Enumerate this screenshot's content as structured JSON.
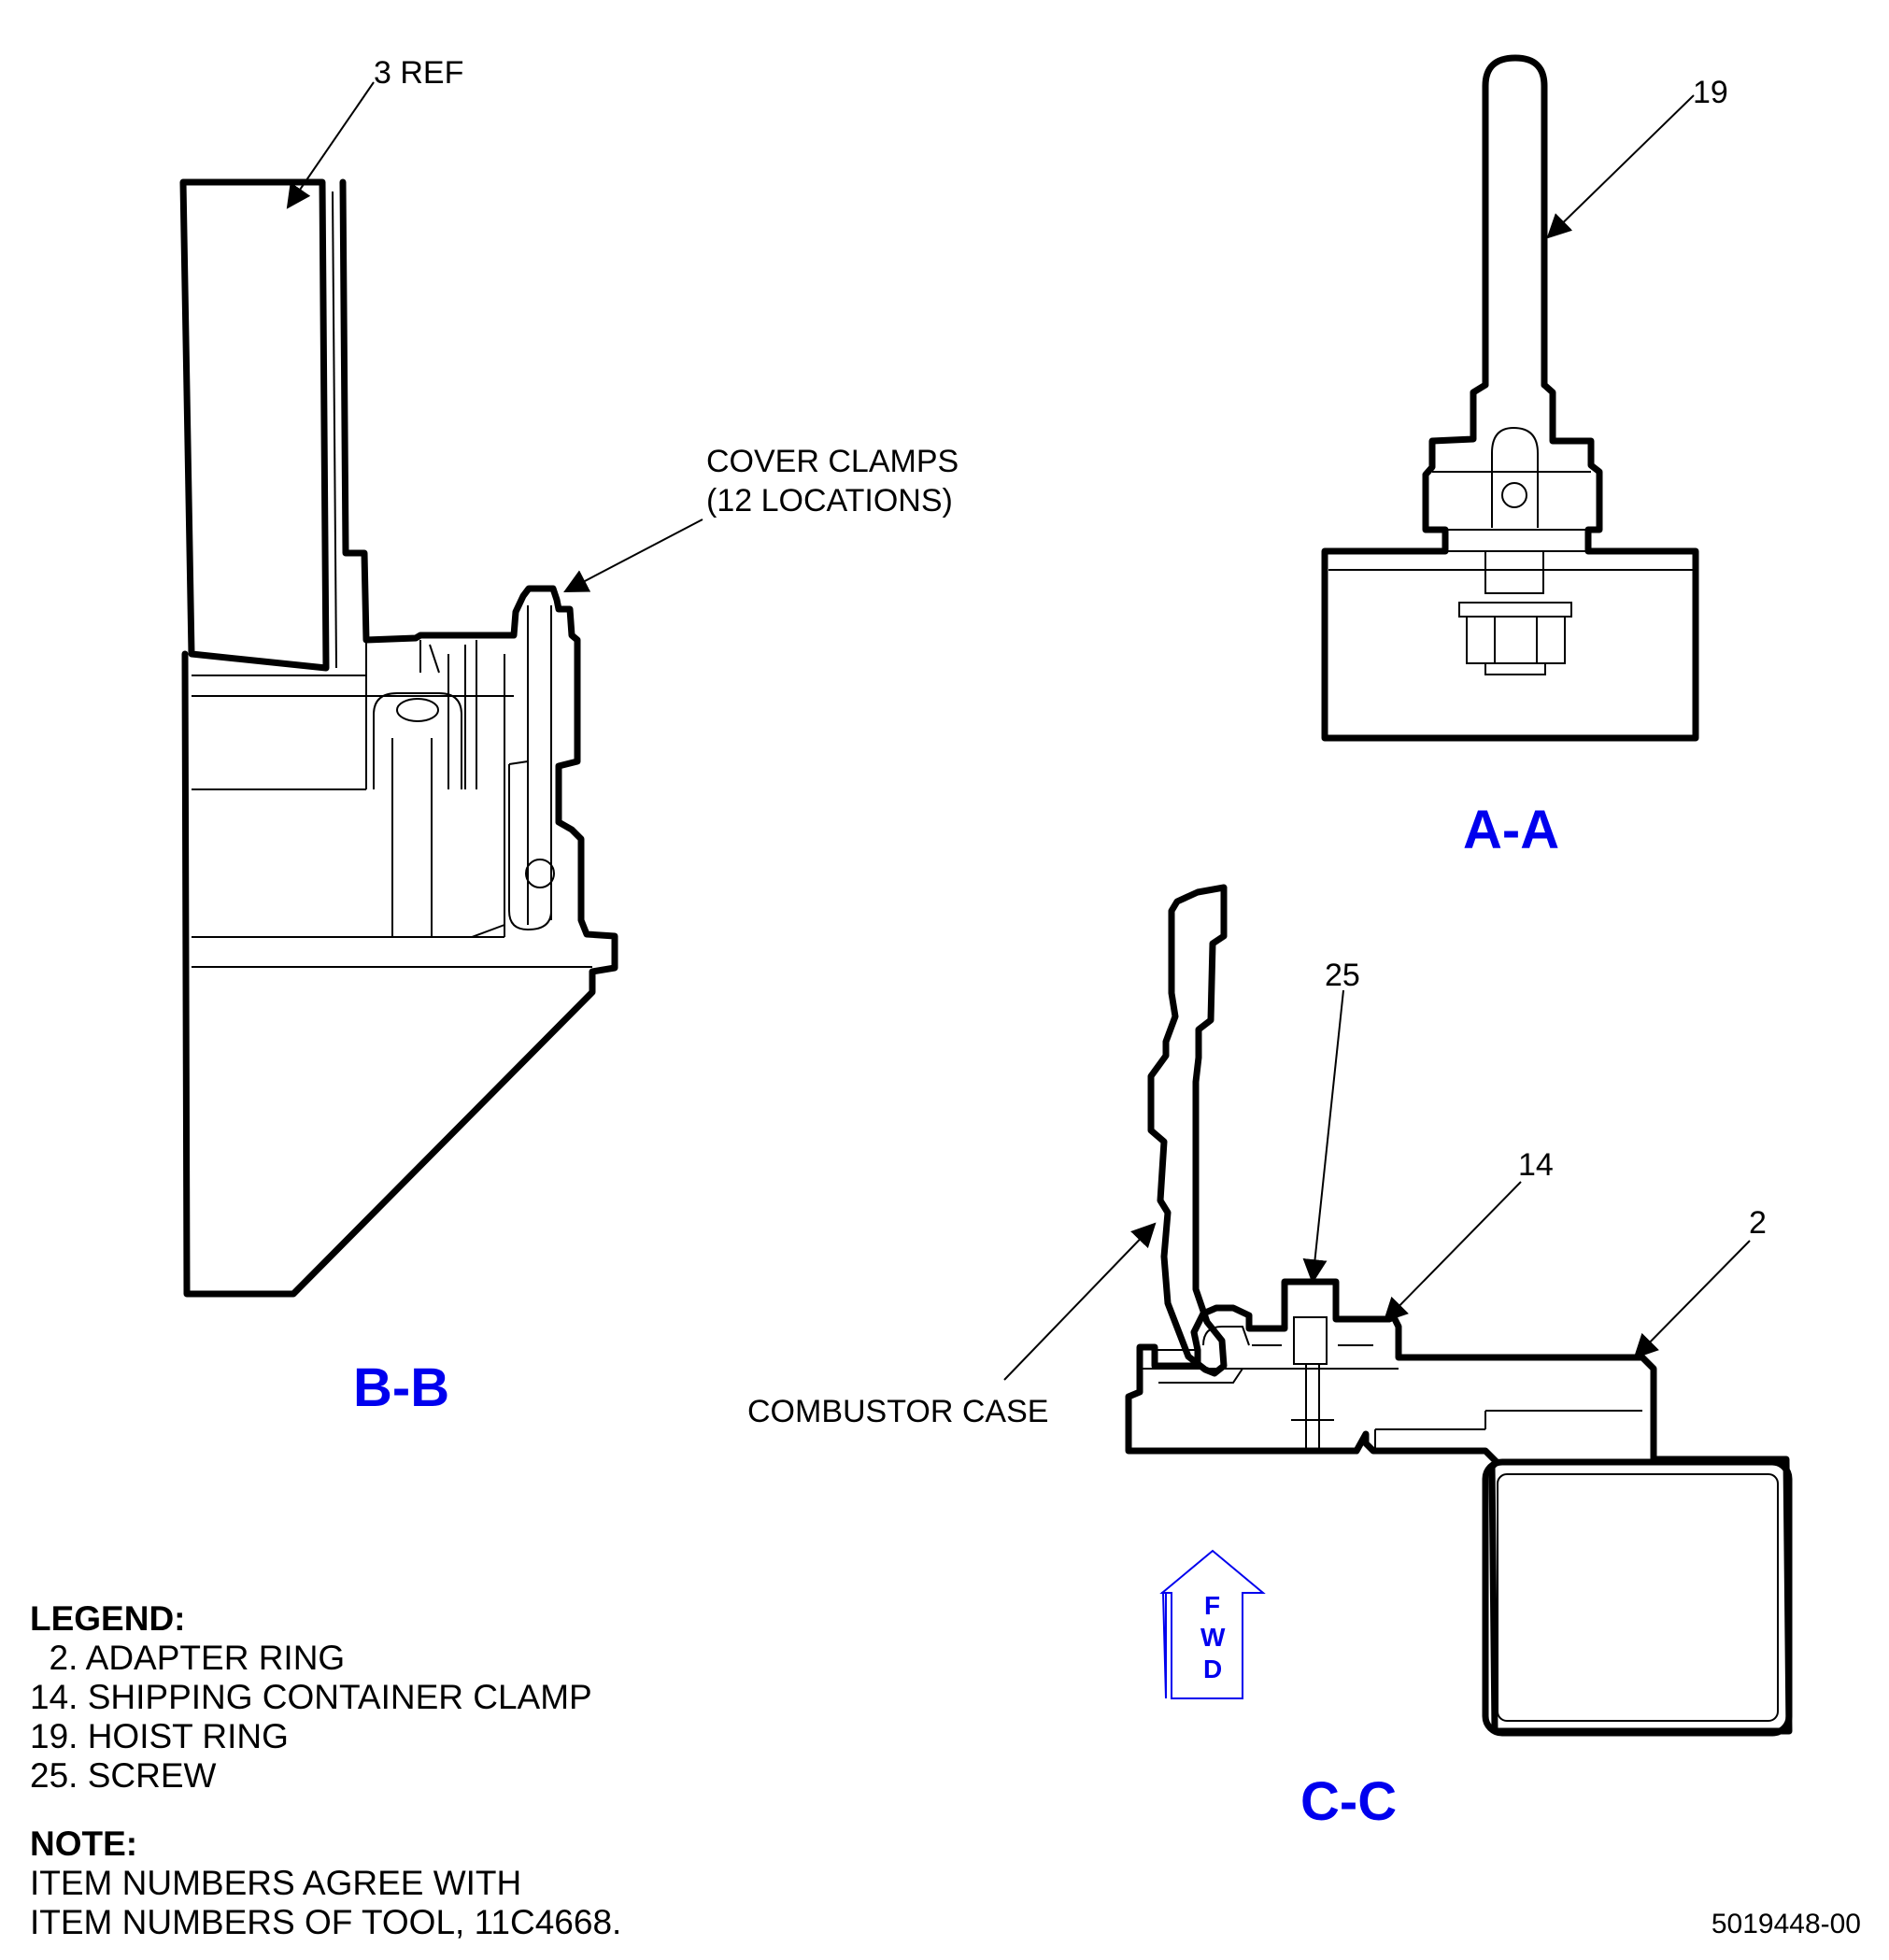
{
  "callouts": {
    "ref3": "3 REF",
    "cover_clamps_line1": "COVER CLAMPS",
    "cover_clamps_line2": "(12 LOCATIONS)",
    "item19": "19",
    "item25": "25",
    "item14": "14",
    "item2": "2",
    "combustor_case": "COMBUSTOR CASE"
  },
  "sections": {
    "bb": "B-B",
    "aa": "A-A",
    "cc": "C-C"
  },
  "fwd_arrow": {
    "letters": [
      "F",
      "W",
      "D"
    ],
    "color": "#0000ee"
  },
  "legend": {
    "title": "LEGEND:",
    "items": [
      "  2. ADAPTER RING",
      "14. SHIPPING CONTAINER CLAMP",
      "19. HOIST RING",
      "25. SCREW"
    ]
  },
  "note": {
    "title": "NOTE:",
    "lines": [
      "ITEM NUMBERS AGREE WITH",
      "ITEM NUMBERS OF TOOL, 11C4668."
    ]
  },
  "doc_number": "5019448-00",
  "colors": {
    "section_label": "#0000ee",
    "line": "#000000"
  }
}
